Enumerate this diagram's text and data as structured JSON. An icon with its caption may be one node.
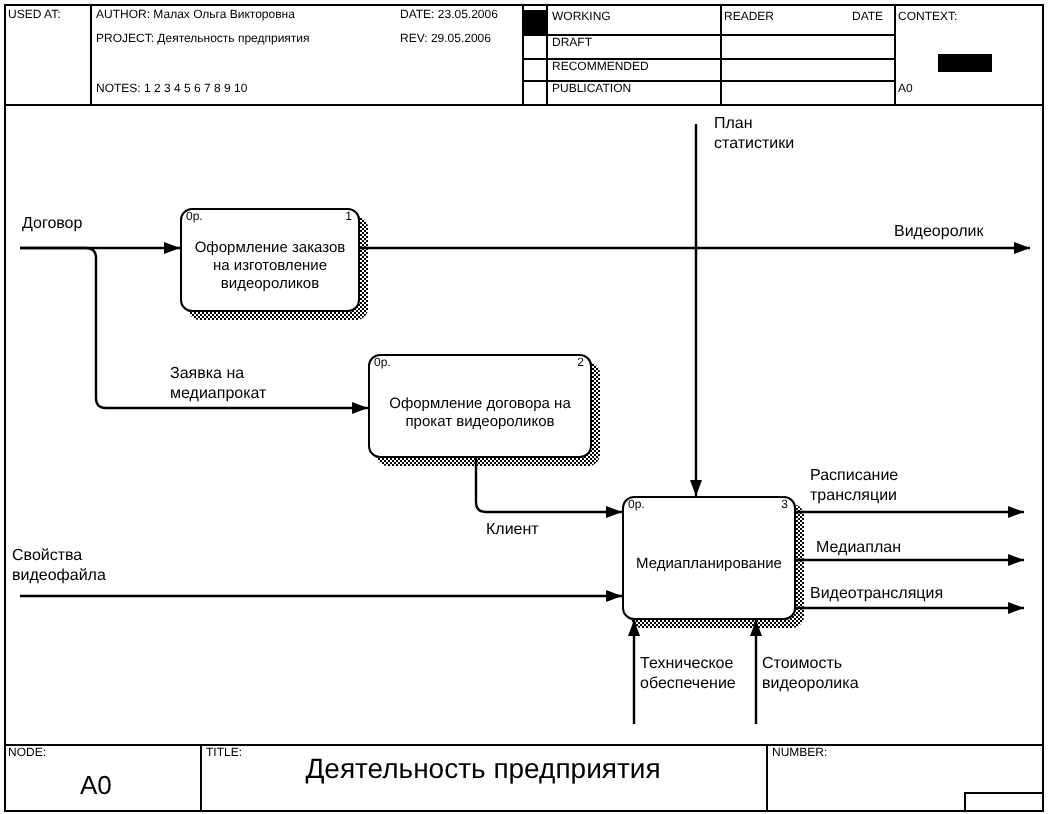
{
  "diagram": {
    "title": "Деятельность предприятия",
    "nodes": [
      {
        "text": [
          "0р.",
          "1",
          "Оформление заказов на изготовление видеороликов"
        ]
      },
      {
        "text": [
          "0р.",
          "2",
          "Оформление договора на прокат видеороликов"
        ]
      },
      {
        "text": [
          "0р.",
          "3",
          "Медиапланирование"
        ]
      }
    ],
    "edges": [
      {
        "from": null,
        "to": 0,
        "arrow": "to",
        "label": "Договор"
      },
      {
        "from": null,
        "to": 1,
        "arrow": "to",
        "label": "Заявка на медиапрокат"
      },
      {
        "from": 0,
        "to": null,
        "arrow": "to",
        "label": "Видеоролик"
      },
      {
        "from": null,
        "to": 2,
        "arrow": "to",
        "label": "План статистики"
      },
      {
        "from": 1,
        "to": 2,
        "arrow": "to",
        "label": "Клиент"
      },
      {
        "from": null,
        "to": 2,
        "arrow": "to",
        "label": "Свойства видеофайла"
      },
      {
        "from": 2,
        "to": null,
        "arrow": "to",
        "label": "Расписание трансляции"
      },
      {
        "from": 2,
        "to": null,
        "arrow": "to",
        "label": "Медиаплан"
      },
      {
        "from": 2,
        "to": null,
        "arrow": "to",
        "label": "Видеотрансляция"
      },
      {
        "from": null,
        "to": 2,
        "arrow": "to",
        "label": "Техническое обеспечение"
      },
      {
        "from": null,
        "to": 2,
        "arrow": "to",
        "label": "Стоимость видеоролика"
      }
    ],
    "labels": [
      "USED AT:",
      "AUTHOR: Малах Ольга Викторовна",
      "DATE: 23.05.2006",
      "WORKING",
      "READER",
      "DATE",
      "CONTEXT:",
      "PROJECT: Деятельность предприятия",
      "REV: 29.05.2006",
      "DRAFT",
      "RECOMMENDED",
      "NOTES: 1 2 3 4 5 6 7 8 9 10",
      "PUBLICATION",
      "A0",
      "NODE:",
      "TITLE:",
      "NUMBER:",
      "A0"
    ]
  }
}
